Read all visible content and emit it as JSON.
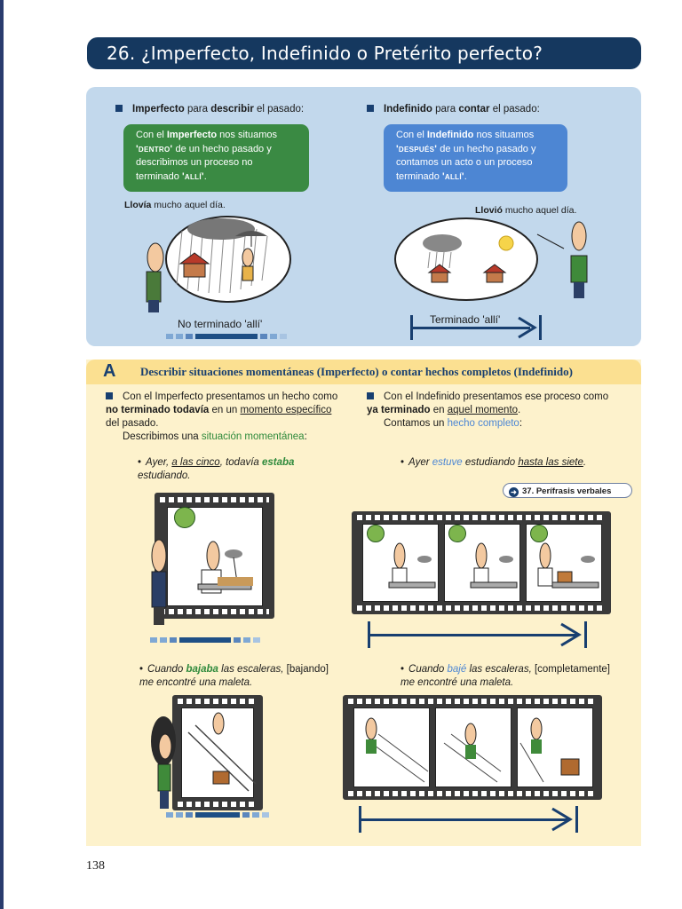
{
  "page": {
    "title": "26. ¿Imperfecto, Indefinido o Pretérito perfecto?",
    "number": "138"
  },
  "intro": {
    "left": {
      "heading_parts": [
        "Imperfecto",
        " para ",
        "describir",
        " el pasado:"
      ],
      "bubble": [
        "Con el ",
        "Imperfecto",
        " nos situamos ",
        "'dentro'",
        " de un hecho pasado y describimos un proceso no terminado ",
        "'allí'",
        "."
      ],
      "caption_parts": [
        "Llovía",
        " mucho aquel día."
      ],
      "bottom_label": "No terminado 'allí'"
    },
    "right": {
      "heading_parts": [
        "Indefinido",
        " para ",
        "contar",
        " el pasado:"
      ],
      "bubble": [
        "Con el ",
        "Indefinido",
        " nos situamos ",
        "'después'",
        " de un hecho pasado y contamos un acto o un proceso terminado ",
        "'allí'",
        "."
      ],
      "caption_parts": [
        "Llovió",
        " mucho aquel día."
      ],
      "bottom_label": "Terminado 'allí'"
    }
  },
  "section": {
    "letter": "A",
    "title": "Describir situaciones momentáneas (Imperfecto) o contar hechos completos (Indefinido)",
    "left_para": [
      "Con el Imperfecto presentamos un hecho como ",
      "no terminado todavía",
      " en un ",
      "momento específico",
      " del pasado.",
      "Describimos una ",
      "situación momentánea",
      ":"
    ],
    "right_para": [
      "Con el Indefinido presentamos ese proceso como ",
      "ya terminado",
      " en ",
      "aquel momento",
      ".",
      "Contamos un ",
      "hecho completo",
      ":"
    ],
    "ex1_left": [
      "Ayer, ",
      "a las cinco",
      ", todavía ",
      "estaba",
      " estudiando."
    ],
    "ex1_right": [
      "Ayer ",
      "estuve",
      " estudiando ",
      "hasta las siete",
      "."
    ],
    "ref": "37. Perífrasis verbales",
    "ex2_left": [
      "Cuando ",
      "bajaba",
      " las escaleras, ",
      "[bajando]",
      " me encontré una maleta."
    ],
    "ex2_right": [
      "Cuando ",
      "bajé",
      " las escaleras, ",
      "[completamente]",
      " me encontré una maleta."
    ]
  },
  "colors": {
    "title_bar": "#15385f",
    "intro_bg": "#c2d8ec",
    "green_bubble": "#3a8a43",
    "blue_bubble": "#4d86d3",
    "section_bg": "#fdf2cc",
    "section_head": "#fbe091",
    "accent_green": "#2f8a3c",
    "accent_blue": "#4c86d4"
  }
}
